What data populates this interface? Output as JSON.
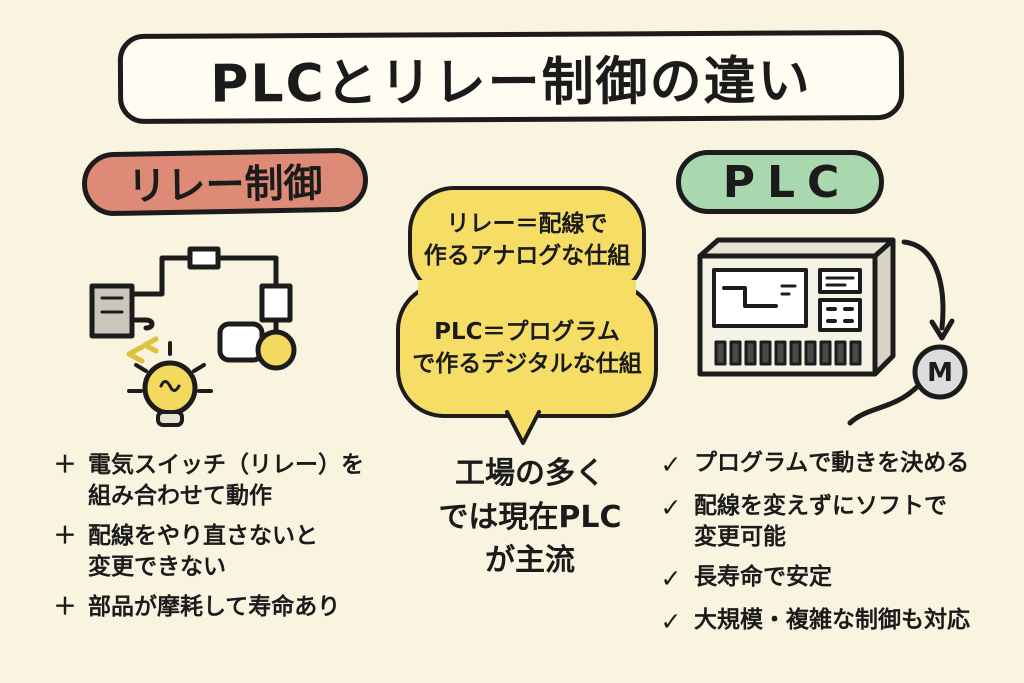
{
  "title": "PLCとリレー制御の違い",
  "colors": {
    "background": "#f9f4df",
    "ink": "#1c1c1c",
    "relay_pill": "#dd8a76",
    "plc_pill": "#a9d7ae",
    "bubble_yellow": "#f6de66",
    "bulb_yellow": "#f3da5e"
  },
  "relay_section": {
    "label": "リレー制御",
    "marker": "＋",
    "bullets": [
      {
        "line1": "電気スイッチ（リレー）を",
        "line2": "組み合わせて動作"
      },
      {
        "line1": "配線をやり直さないと",
        "line2": "変更できない"
      },
      {
        "line1": "部品が摩耗して寿命あり",
        "line2": ""
      }
    ]
  },
  "center_section": {
    "bubble_top": {
      "line1": "リレー＝配線で",
      "line2": "作るアナログな仕組"
    },
    "bubble_bottom": {
      "line1": "PLC＝プログラム",
      "line2": "で作るデジタルな仕組"
    },
    "conclusion": {
      "line1": "工場の多く",
      "line2": "では現在PLC",
      "line3": "が主流"
    }
  },
  "plc_section": {
    "label": "PLC",
    "marker": "✓",
    "motor_label": "M",
    "checks": [
      {
        "line1": "プログラムで動きを決める",
        "line2": ""
      },
      {
        "line1": "配線を変えずにソフトで",
        "line2": "変更可能"
      },
      {
        "line1": "長寿命で安定",
        "line2": ""
      },
      {
        "line1": "大規模・複雑な制御も対応",
        "line2": ""
      }
    ]
  }
}
